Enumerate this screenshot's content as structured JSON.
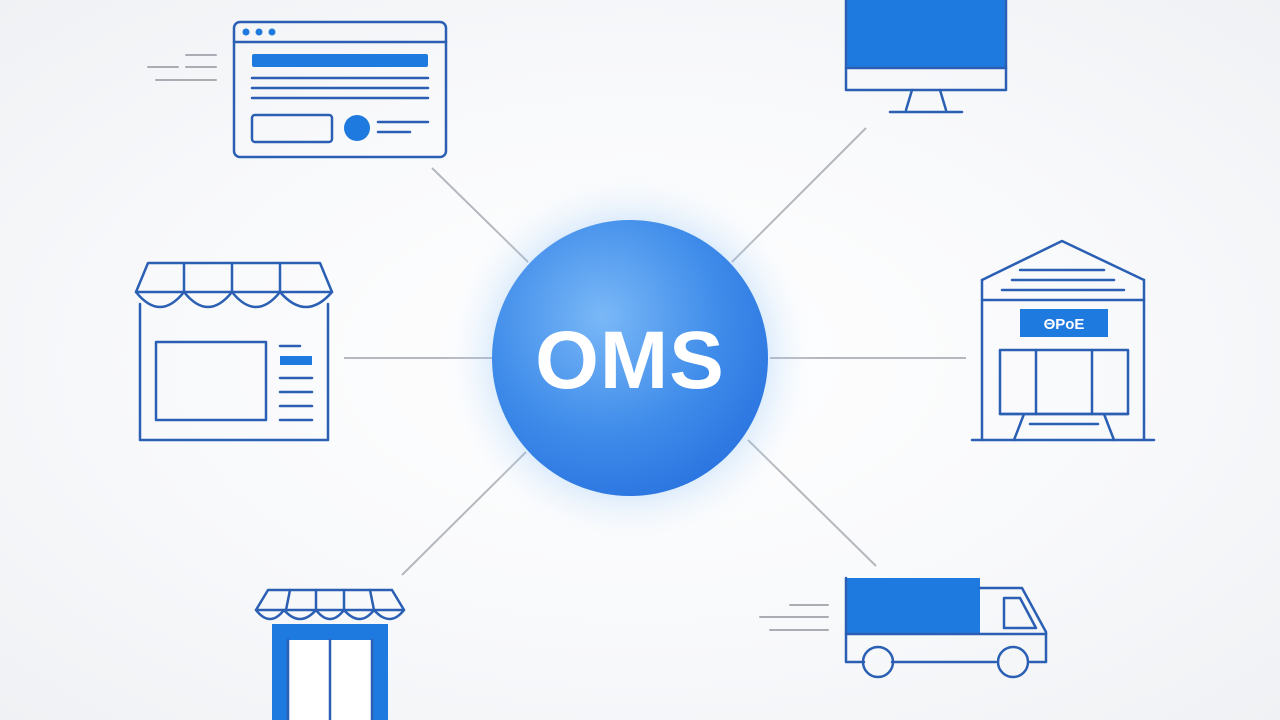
{
  "hub": {
    "label": "OMS"
  },
  "nodes": [
    {
      "id": "website",
      "icon": "web-browser-icon"
    },
    {
      "id": "desktop",
      "icon": "desktop-monitor-icon"
    },
    {
      "id": "storefront",
      "icon": "storefront-icon"
    },
    {
      "id": "warehouse",
      "icon": "warehouse-icon",
      "sign_text": "ΘΡoΕ"
    },
    {
      "id": "kiosk",
      "icon": "kiosk-shop-icon"
    },
    {
      "id": "delivery-truck",
      "icon": "delivery-truck-icon"
    }
  ],
  "colors": {
    "accent": "#1f7ae0",
    "outline": "#2a5fb4",
    "connector": "#b4b8be",
    "hub_light": "#6fb0f5",
    "hub_dark": "#2a74e0"
  }
}
